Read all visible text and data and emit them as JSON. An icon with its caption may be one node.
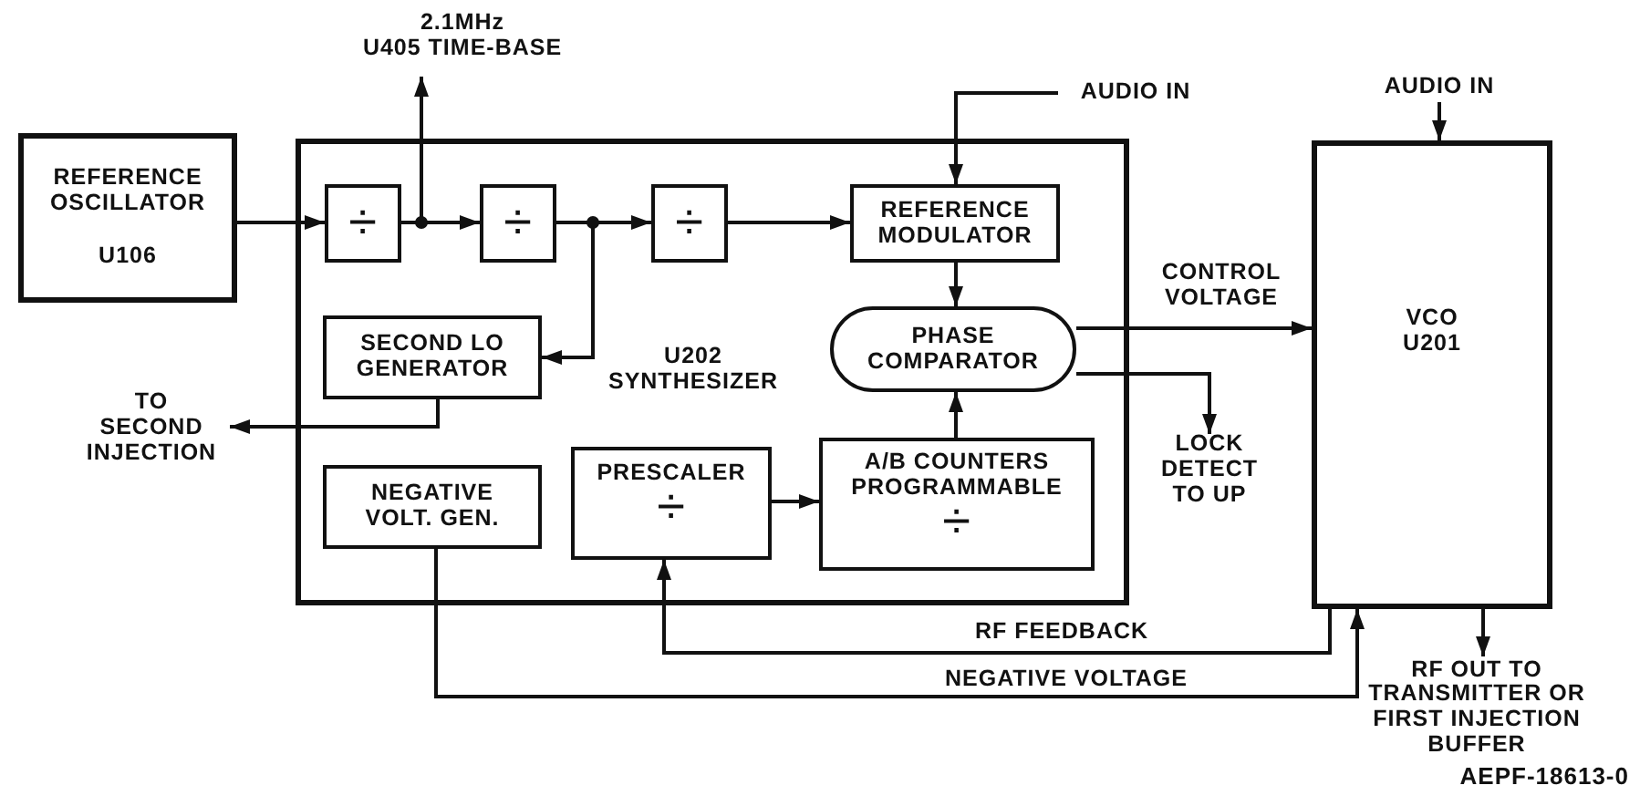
{
  "diagram": {
    "nodes": [
      {
        "text": [
          "REFERENCE OSCILLATOR",
          "U106"
        ]
      },
      {
        "text": [
          "U202 SYNTHESIZER"
        ]
      },
      {
        "text": [
          "÷"
        ],
        "in": 1
      },
      {
        "text": [
          "÷"
        ],
        "in": 1
      },
      {
        "text": [
          "÷"
        ],
        "in": 1
      },
      {
        "text": [
          "REFERENCE MODULATOR"
        ],
        "in": 1
      },
      {
        "text": [
          "PHASE COMPARATOR"
        ],
        "in": 1
      },
      {
        "text": [
          "SECOND LO GENERATOR"
        ],
        "in": 1
      },
      {
        "text": [
          "NEGATIVE VOLT. GEN."
        ],
        "in": 1
      },
      {
        "text": [
          "PRESCALER",
          "÷"
        ],
        "in": 1
      },
      {
        "text": [
          "A/B COUNTERS PROGRAMMABLE",
          "÷"
        ],
        "in": 1
      },
      {
        "text": [
          "VCO U201"
        ]
      },
      {
        "text": [
          "2.1MHz",
          "U405 TIME-BASE"
        ]
      },
      {
        "text": [
          "AUDIO IN"
        ]
      },
      {
        "text": [
          "TO SECOND INJECTION"
        ]
      },
      {
        "text": [
          "LOCK DETECT TO UP"
        ]
      },
      {
        "text": [
          "AUDIO IN"
        ]
      },
      {
        "text": [
          "RF OUT TO TRANSMITTER OR FIRST INJECTION BUFFER"
        ]
      }
    ],
    "edges": [
      {
        "from": 0,
        "to": 2,
        "arrow": "to"
      },
      {
        "from": 2,
        "to": 3,
        "arrow": "to"
      },
      {
        "from": 2,
        "to": 12,
        "arrow": "to"
      },
      {
        "from": 3,
        "to": 4,
        "arrow": "to"
      },
      {
        "from": 3,
        "to": 7,
        "arrow": "to"
      },
      {
        "from": 4,
        "to": 5,
        "arrow": "to"
      },
      {
        "from": 13,
        "to": 5,
        "arrow": "to"
      },
      {
        "from": 5,
        "to": 6,
        "arrow": "to"
      },
      {
        "from": 10,
        "to": 6,
        "arrow": "to"
      },
      {
        "from": 9,
        "to": 10,
        "arrow": "to"
      },
      {
        "from": 6,
        "to": 11,
        "arrow": "to",
        "label": "CONTROL VOLTAGE"
      },
      {
        "from": 6,
        "to": 15,
        "arrow": "to"
      },
      {
        "from": 7,
        "to": 14,
        "arrow": "to"
      },
      {
        "from": 11,
        "to": 9,
        "arrow": "to",
        "label": "RF FEEDBACK"
      },
      {
        "from": 8,
        "to": 11,
        "arrow": "to",
        "label": "NEGATIVE VOLTAGE"
      },
      {
        "from": 16,
        "to": 11,
        "arrow": "to"
      },
      {
        "from": 11,
        "to": 17,
        "arrow": "to"
      }
    ],
    "labels": [
      "AEPF-18613-0"
    ]
  }
}
